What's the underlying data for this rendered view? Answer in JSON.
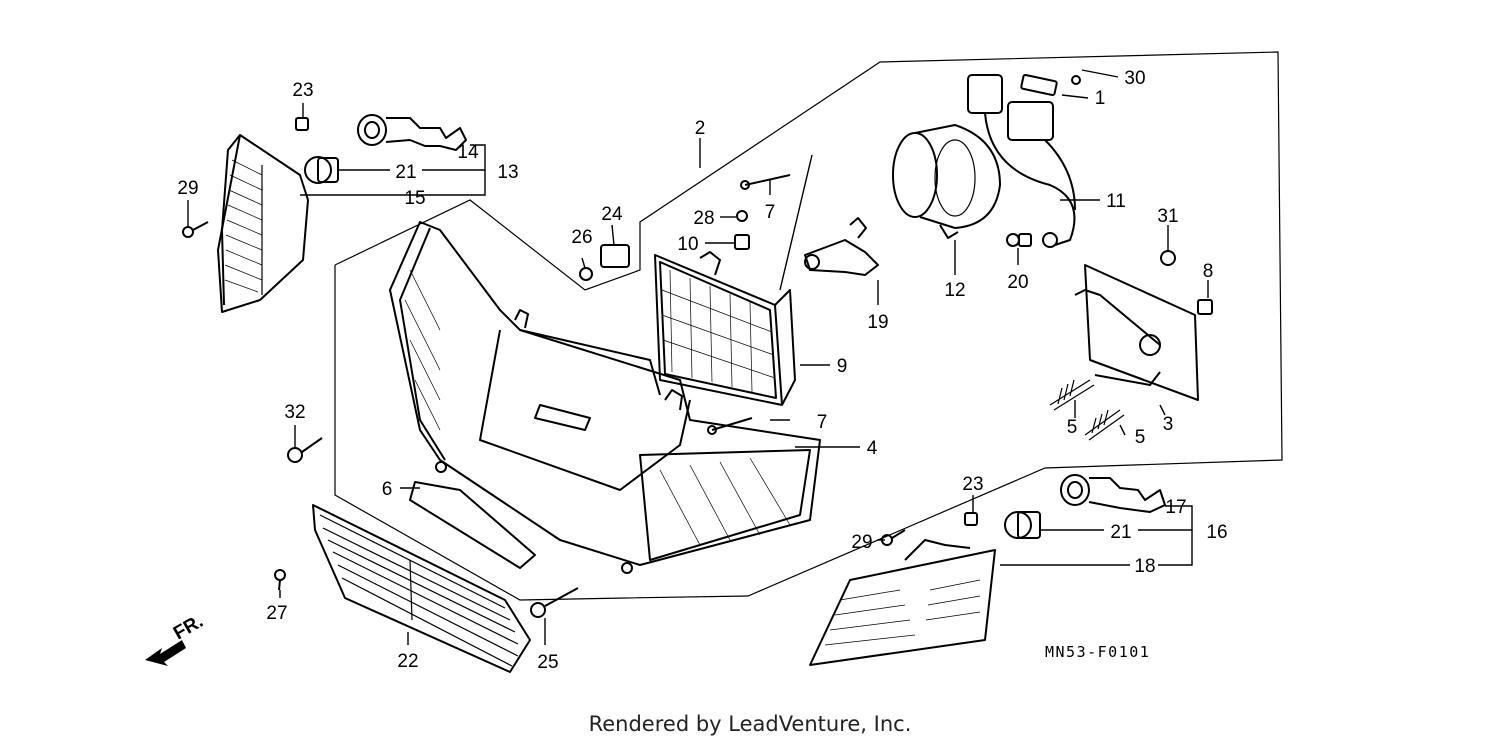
{
  "diagram": {
    "callouts": {
      "c1": "1",
      "c2": "2",
      "c3": "3",
      "c4": "4",
      "c5a": "5",
      "c5b": "5",
      "c6": "6",
      "c7a": "7",
      "c7b": "7",
      "c8": "8",
      "c9": "9",
      "c10": "10",
      "c11": "11",
      "c12": "12",
      "c13": "13",
      "c14": "14",
      "c15": "15",
      "c16": "16",
      "c17": "17",
      "c18": "18",
      "c19": "19",
      "c20": "20",
      "c21a": "21",
      "c21b": "21",
      "c22": "22",
      "c23a": "23",
      "c23b": "23",
      "c24": "24",
      "c25": "25",
      "c26": "26",
      "c27": "27",
      "c28": "28",
      "c29a": "29",
      "c29b": "29",
      "c30": "30",
      "c31": "31",
      "c32": "32"
    },
    "direction_label": "FR.",
    "diagram_code": "MN53-F0101"
  },
  "footer": {
    "text": "Rendered by LeadVenture, Inc."
  }
}
